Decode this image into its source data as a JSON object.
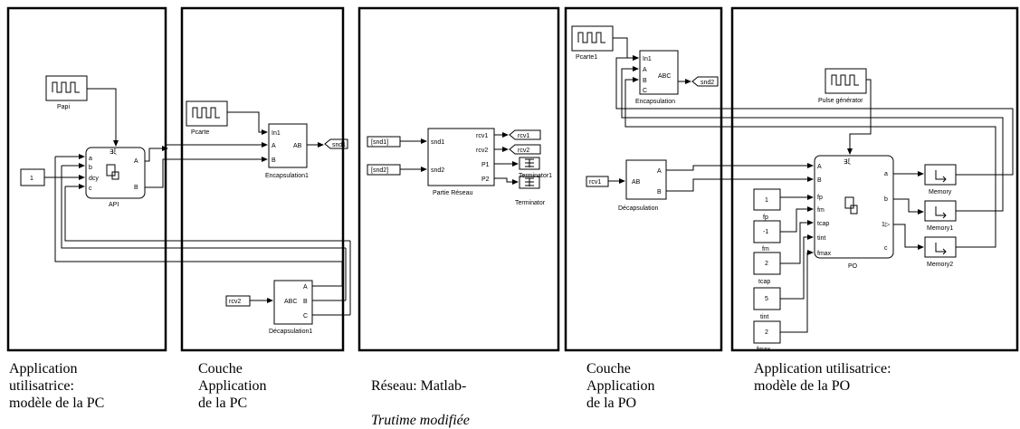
{
  "panel1": {
    "papi": "Papi",
    "const_one": "1",
    "api": {
      "label": "API",
      "ports_in": [
        "a",
        "b",
        "dcy",
        "c"
      ],
      "ports_out": [
        "A",
        "B"
      ],
      "flag": "∃ξ"
    }
  },
  "panel2": {
    "pcarte": "Pcarte",
    "encap": {
      "label": "Encapsulation1",
      "ports_in": [
        "In1",
        "A",
        "B"
      ],
      "body": "AB"
    },
    "goto_snd1": "snd1",
    "from_rcv2": "rcv2",
    "decap": {
      "label": "Décapsulation1",
      "body": "ABC",
      "ports_out": [
        "A",
        "B",
        "C"
      ]
    }
  },
  "panel3": {
    "from_snd1": "[snd1]",
    "from_snd2": "[snd2]",
    "reseau": {
      "label": "Partie Réseau",
      "ports_in": [
        "snd1",
        "snd2"
      ],
      "ports_out": [
        "rcv1",
        "rcv2",
        "P1",
        "P2"
      ]
    },
    "goto_rcv1": "rcv1",
    "goto_rcv2": "rcv2",
    "terminator1": "Terminator1",
    "terminator": "Terminator"
  },
  "panel4": {
    "pcarte1": "Pcarte1",
    "encap": {
      "label": "Encapsulation",
      "ports_in": [
        "In1",
        "A",
        "B",
        "C"
      ],
      "body": "ABC"
    },
    "goto_snd2": "snd2",
    "from_rcv1": "rcv1",
    "decap": {
      "label": "Décapsulation",
      "body": "AB",
      "ports_out": [
        "A",
        "B"
      ]
    }
  },
  "panel5": {
    "pulse": "Pulse générator",
    "po": {
      "label": "PO",
      "ports_in": [
        "A",
        "B",
        "fp",
        "fm",
        "tcap",
        "tint",
        "fmax"
      ],
      "ports_out": [
        "a",
        "b",
        "1▷",
        "c"
      ],
      "flag": "∃ξ"
    },
    "consts": [
      {
        "value": "1",
        "label": "fp"
      },
      {
        "value": "-1",
        "label": "fm"
      },
      {
        "value": "2",
        "label": "tcap"
      },
      {
        "value": "5",
        "label": "tint"
      },
      {
        "value": "2",
        "label": "fmax"
      }
    ],
    "memories": [
      "Memory",
      "Memory1",
      "Memory2"
    ]
  },
  "captions": {
    "c1": "Application\nutilisatrice:\nmodèle de la PC",
    "c2": "Couche\nApplication\nde la PC",
    "c3_line1": "Réseau: Matlab-",
    "c3_line2": "Trutime modifiée",
    "c4": "Couche\nApplication\nde la PO",
    "c5": "Application utilisatrice:\nmodèle de la PO"
  }
}
